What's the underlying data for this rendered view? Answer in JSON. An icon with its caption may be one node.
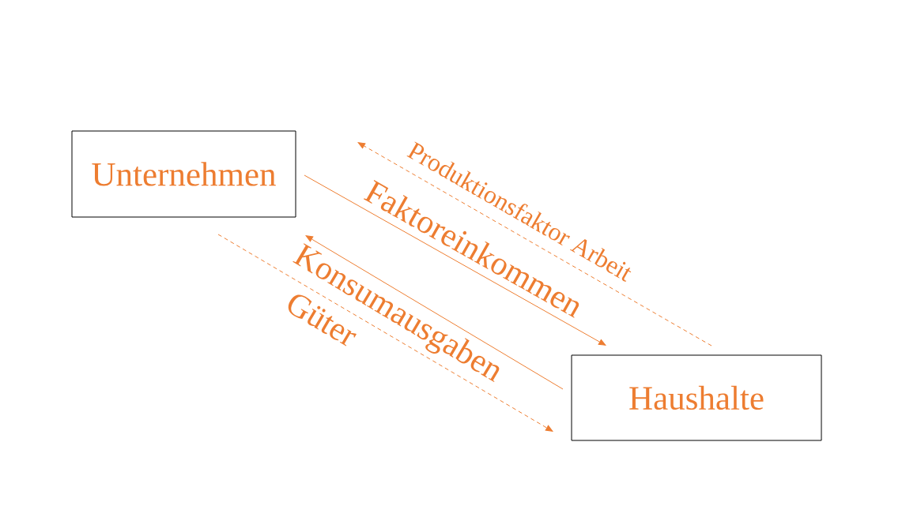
{
  "diagram": {
    "nodes": [
      {
        "text": [
          "Unternehmen"
        ]
      },
      {
        "text": [
          "Haushalte"
        ]
      }
    ],
    "edges": [
      {
        "from": 1,
        "to": 0,
        "arrow": "to",
        "style": "dashed",
        "label": "Produktionsfaktor Arbeit"
      },
      {
        "from": 0,
        "to": 1,
        "arrow": "to",
        "label": "Faktoreinkommen"
      },
      {
        "from": 1,
        "to": 0,
        "arrow": "to",
        "label": "Konsumausgaben"
      },
      {
        "from": 0,
        "to": 1,
        "arrow": "to",
        "style": "dashed",
        "label": "Güter"
      }
    ]
  }
}
